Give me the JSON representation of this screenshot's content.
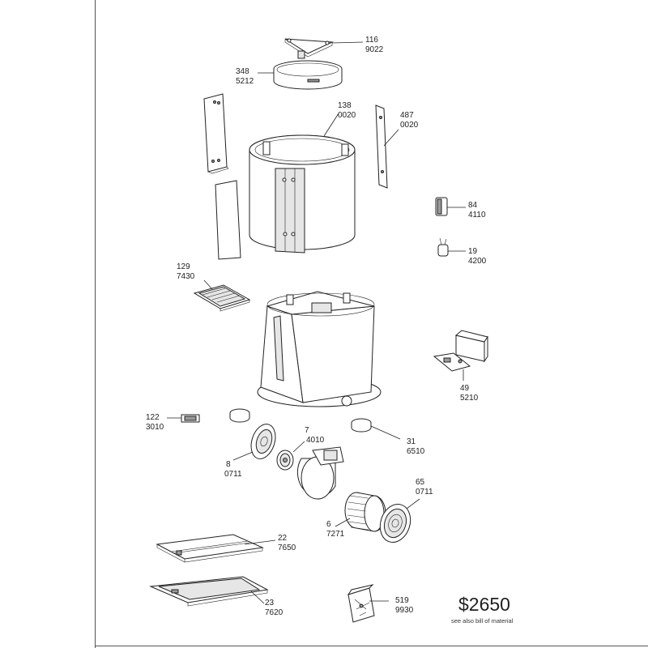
{
  "labels": [
    {
      "id": "116",
      "line1": "116",
      "line2": "9022"
    },
    {
      "id": "348",
      "line1": "348",
      "line2": "5212"
    },
    {
      "id": "138",
      "line1": "138",
      "line2": "0020"
    },
    {
      "id": "487",
      "line1": "487",
      "line2": "0020"
    },
    {
      "id": "84",
      "line1": "84",
      "line2": "4110"
    },
    {
      "id": "19",
      "line1": "19",
      "line2": "4200"
    },
    {
      "id": "129",
      "line1": "129",
      "line2": "7430"
    },
    {
      "id": "49",
      "line1": "49",
      "line2": "5210"
    },
    {
      "id": "122",
      "line1": "122",
      "line2": "3010"
    },
    {
      "id": "7",
      "line1": "7",
      "line2": "4010"
    },
    {
      "id": "31",
      "line1": "31",
      "line2": "6510"
    },
    {
      "id": "8",
      "line1": "8",
      "line2": "0711"
    },
    {
      "id": "65",
      "line1": "65",
      "line2": "0711"
    },
    {
      "id": "6",
      "line1": "6",
      "line2": "7271"
    },
    {
      "id": "22",
      "line1": "22",
      "line2": "7650"
    },
    {
      "id": "23",
      "line1": "23",
      "line2": "7620"
    },
    {
      "id": "519",
      "line1": "519",
      "line2": "9930"
    }
  ],
  "price": "$2650",
  "note": "see also bill of material"
}
